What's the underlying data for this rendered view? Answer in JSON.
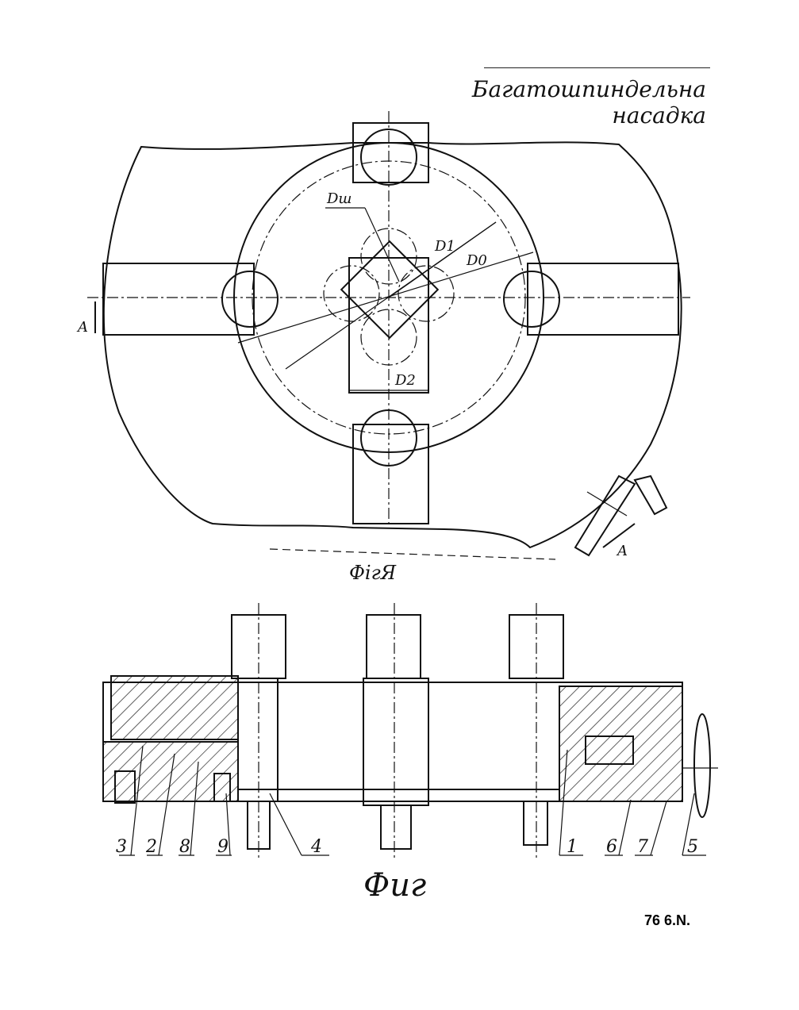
{
  "header": {
    "title": "Багатошпиндельна насадка"
  },
  "figure_top": {
    "caption": "ФігЯ",
    "labels": {
      "d_sh": "Dш",
      "d1": "D1",
      "d0": "D0",
      "d2": "D2",
      "section_left": "A",
      "section_right": "A"
    }
  },
  "figure_bottom": {
    "caption": "Фиг",
    "callouts": [
      "3",
      "2",
      "8",
      "9",
      "4",
      "1",
      "6",
      "7",
      "5"
    ]
  },
  "footer": {
    "page_code": "76 6.N."
  }
}
